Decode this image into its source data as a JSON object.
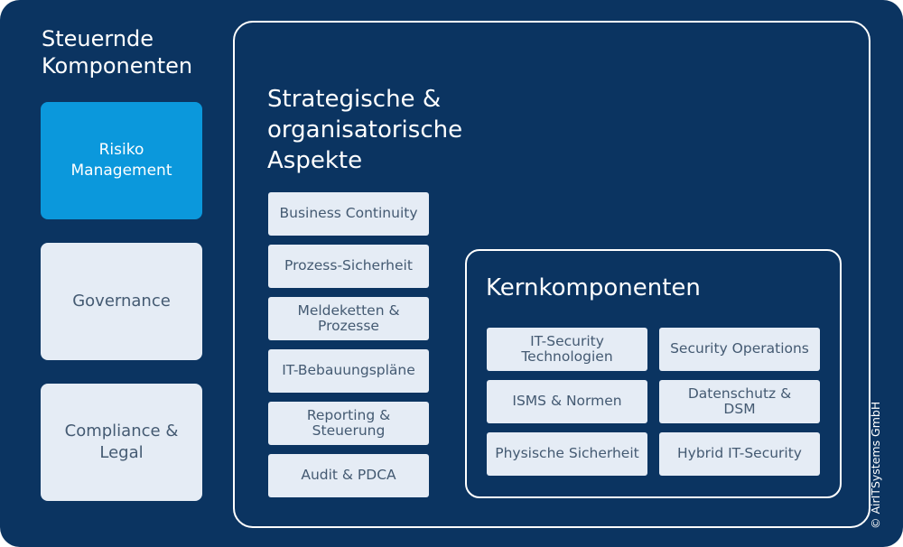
{
  "left": {
    "title": "Steuernde\nKomponenten",
    "boxes": [
      "Risiko\nManagement",
      "Governance",
      "Compliance &\nLegal"
    ]
  },
  "strategic": {
    "title": "Strategische &\norganisatorische\nAspekte",
    "items": [
      "Business Continuity",
      "Prozess-Sicherheit",
      "Meldeketten &\nProzesse",
      "IT-Bebauungspläne",
      "Reporting &\nSteuerung",
      "Audit & PDCA"
    ]
  },
  "core": {
    "title": "Kernkomponenten",
    "items": [
      "IT-Security\nTechnologien",
      "Security Operations",
      "ISMS & Normen",
      "Datenschutz &\nDSM",
      "Physische Sicherheit",
      "Hybrid IT-Security"
    ]
  },
  "copyright": "© AirITSystems GmbH",
  "colors": {
    "background": "#0b3461",
    "accent": "#0b98dc",
    "box": "#e5ecf5",
    "box_text": "#445a72"
  }
}
